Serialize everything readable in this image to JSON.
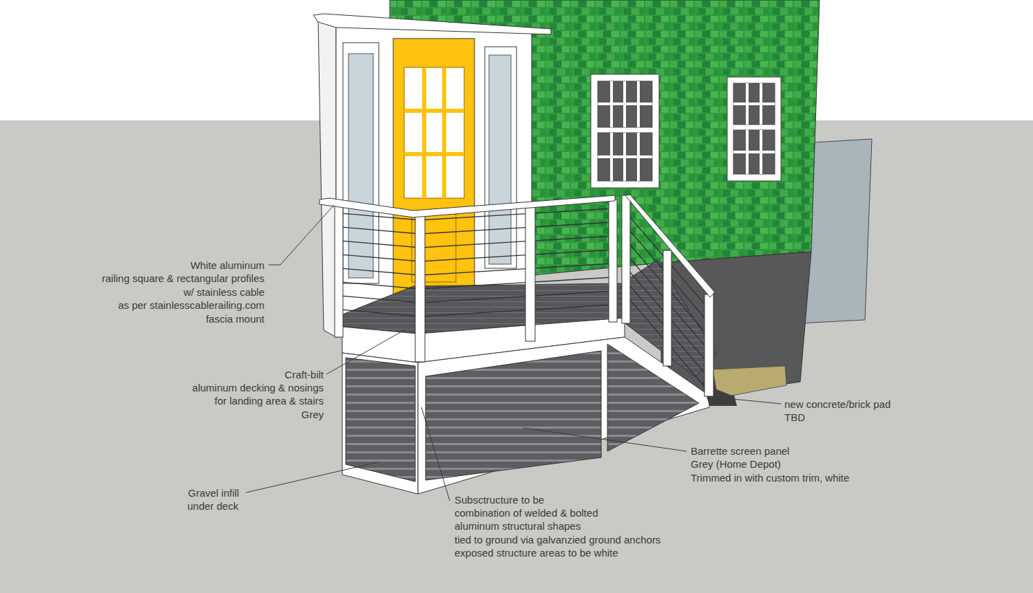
{
  "diagram": {
    "labels": [
      "White aluminum",
      "railing square & rectangular profiles",
      "w/ stainless cable",
      "as per stainlesscablerailing.com",
      "fascia mount",
      "Craft-bilt",
      "aluminum decking & nosings",
      "for landing area & stairs",
      "Grey",
      "Gravel infill",
      "under deck",
      "Subsctructure to be",
      "combination of welded & bolted",
      "aluminum structural shapes",
      "tied to ground via galvanzied ground anchors",
      "exposed structure areas to be white",
      "Barrette screen panel",
      "Grey (Home Depot)",
      "Trimmed in with custom trim, white",
      "new concrete/brick pad",
      "TBD"
    ]
  }
}
